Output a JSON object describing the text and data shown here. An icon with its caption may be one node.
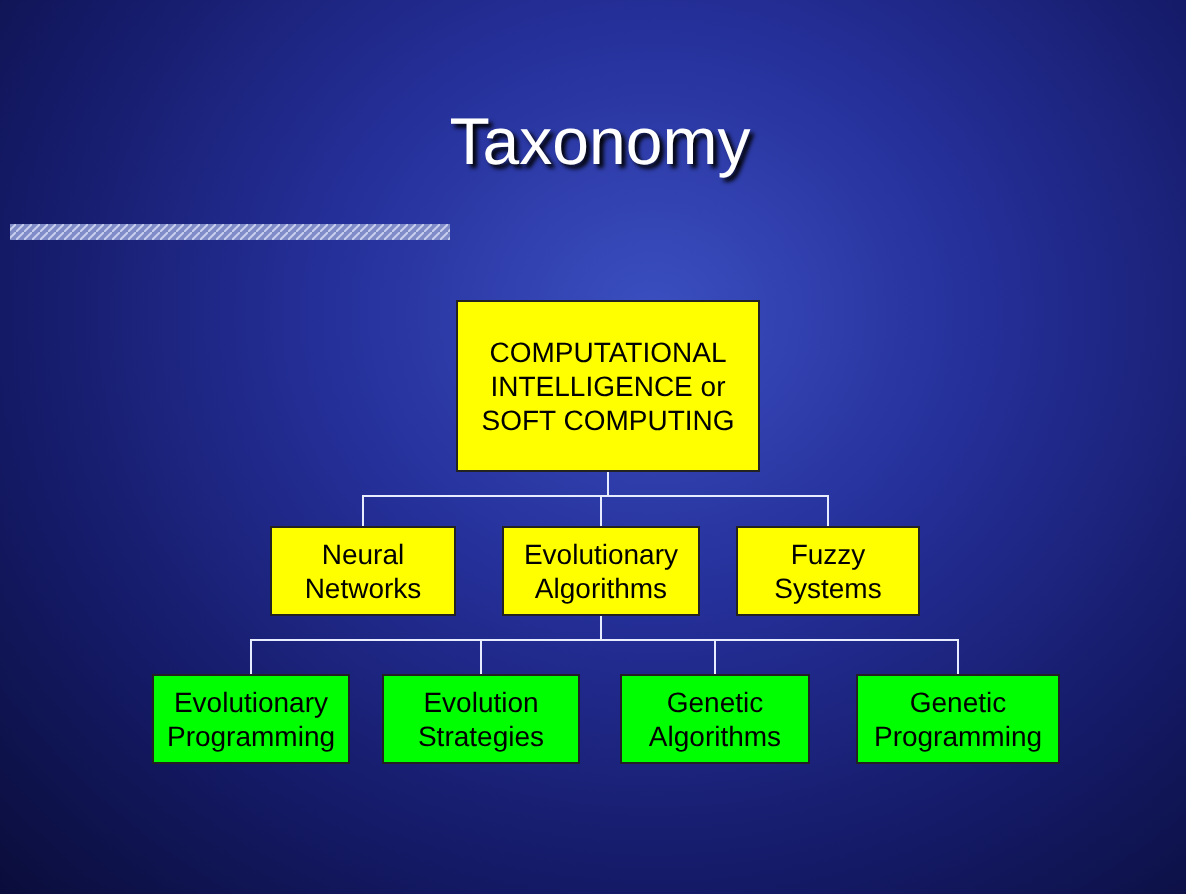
{
  "diagram": {
    "title": "Taxonomy",
    "nodes": [
      {
        "text": [
          "COMPUTATIONAL INTELLIGENCE or SOFT COMPUTING"
        ]
      },
      {
        "text": [
          "Neural Networks"
        ]
      },
      {
        "text": [
          "Evolutionary Algorithms"
        ]
      },
      {
        "text": [
          "Fuzzy Systems"
        ]
      },
      {
        "text": [
          "Evolutionary Programming"
        ]
      },
      {
        "text": [
          "Evolution Strategies"
        ]
      },
      {
        "text": [
          "Genetic Algorithms"
        ]
      },
      {
        "text": [
          "Genetic Programming"
        ]
      }
    ],
    "edges": [
      {
        "from": 0,
        "to": 1,
        "arrow": "none"
      },
      {
        "from": 0,
        "to": 2,
        "arrow": "none"
      },
      {
        "from": 0,
        "to": 3,
        "arrow": "none"
      },
      {
        "from": 2,
        "to": 4,
        "arrow": "none"
      },
      {
        "from": 2,
        "to": 5,
        "arrow": "none"
      },
      {
        "from": 2,
        "to": 6,
        "arrow": "none"
      },
      {
        "from": 2,
        "to": 7,
        "arrow": "none"
      }
    ]
  }
}
